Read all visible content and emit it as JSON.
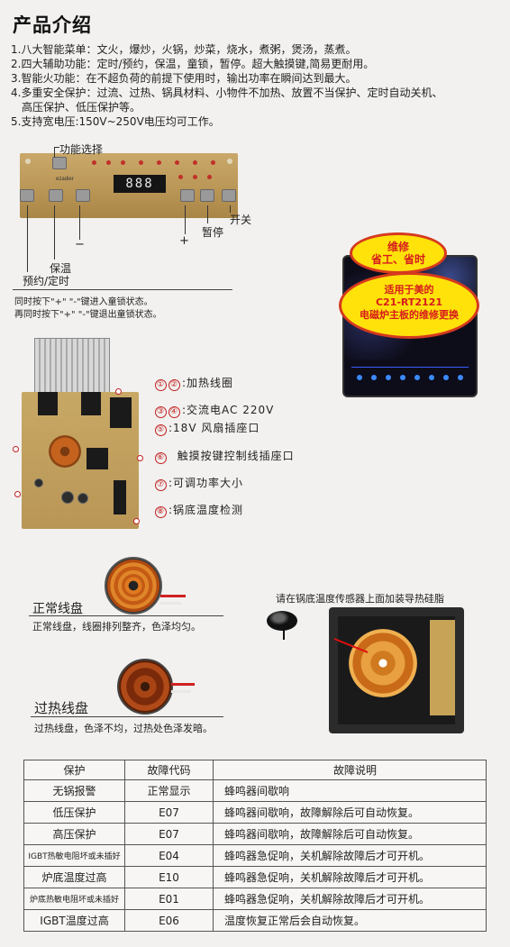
{
  "title": "产品介绍",
  "features": [
    "1.八大智能菜单：文火，爆炒，火锅，炒菜，烧水，煮粥，煲汤，蒸煮。",
    "2.四大辅助功能：定时/预约，保温，童锁，暂停。超大触摸键,简易更耐用。",
    "3.智能火功能：在不超负荷的前提下使用时，输出功率在瞬间达到最大。",
    "4.多重安全保护：过流、过热、锅具材料、小物件不加热、放置不当保护、定时自动关机、",
    "高压保护、低压保护等。",
    "5.支持宽电压:150V~250V电压均可工作。"
  ],
  "control_board": {
    "display": "888",
    "brand": "ezadier",
    "labels": {
      "function": "功能选择",
      "plus": "+",
      "minus": "−",
      "pause": "暂停",
      "power": "开关",
      "keep_warm": "保温",
      "timer": "预约/定时"
    },
    "lock_notes": [
      "同时按下\"+\"  \"-\"键进入童锁状态。",
      "再同时按下\"+\"  \"-\"键退出童锁状态。"
    ]
  },
  "promo": {
    "bubble1_line1": "维修",
    "bubble1_line2": "省工、省时",
    "bubble2_line1": "适用于美的",
    "bubble2_line2": "C21-RT2121",
    "bubble2_line3": "电磁炉主板的维修更换"
  },
  "main_board_labels": [
    {
      "nums": [
        "①",
        "②"
      ],
      "text": ":加热线圈"
    },
    {
      "nums": [
        "③",
        "④"
      ],
      "text": ":交流电AC 220V"
    },
    {
      "nums": [
        "⑤"
      ],
      "text": ":18V 风扇插座口"
    },
    {
      "nums": [
        "⑥"
      ],
      "text": "触摸按键控制线插座口"
    },
    {
      "nums": [
        "⑦"
      ],
      "text": ":可调功率大小"
    },
    {
      "nums": [
        "⑧"
      ],
      "text": ":锅底温度检测"
    }
  ],
  "coils": {
    "normal_title": "正常线盘",
    "normal_desc": "正常线盘，线圈排列整齐，色泽均匀。",
    "overheat_title": "过热线盘",
    "overheat_desc": "过热线盘，色泽不均，过热处色泽发暗。"
  },
  "photo_caption": "请在锅底温度传感器上面加装导热硅脂",
  "fault_table": {
    "headers": [
      "保护",
      "故障代码",
      "故障说明"
    ],
    "rows": [
      {
        "protect": "无锅报警",
        "code": "正常显示",
        "desc": "蜂鸣器间歇响",
        "small": false
      },
      {
        "protect": "低压保护",
        "code": "E07",
        "desc": "蜂鸣器间歇响，故障解除后可自动恢复。",
        "small": false
      },
      {
        "protect": "高压保护",
        "code": "E07",
        "desc": "蜂鸣器间歇响，故障解除后可自动恢复。",
        "small": false
      },
      {
        "protect": "IGBT热敏电阻坏或未插好",
        "code": "E04",
        "desc": "蜂鸣器急促响，关机解除故障后才可开机。",
        "small": true
      },
      {
        "protect": "炉底温度过高",
        "code": "E10",
        "desc": "蜂鸣器急促响，关机解除故障后才可开机。",
        "small": false
      },
      {
        "protect": "炉底热敏电阻坏或未插好",
        "code": "E01",
        "desc": "蜂鸣器急促响，关机解除故障后才可开机。",
        "small": true
      },
      {
        "protect": "IGBT温度过高",
        "code": "E06",
        "desc": "温度恢复正常后会自动恢复。",
        "small": false
      }
    ]
  },
  "colors": {
    "background": "#f2f1ef",
    "accent_red": "#c02020",
    "bubble_yellow": "#ffe20a",
    "pcb": "#c8a865"
  }
}
